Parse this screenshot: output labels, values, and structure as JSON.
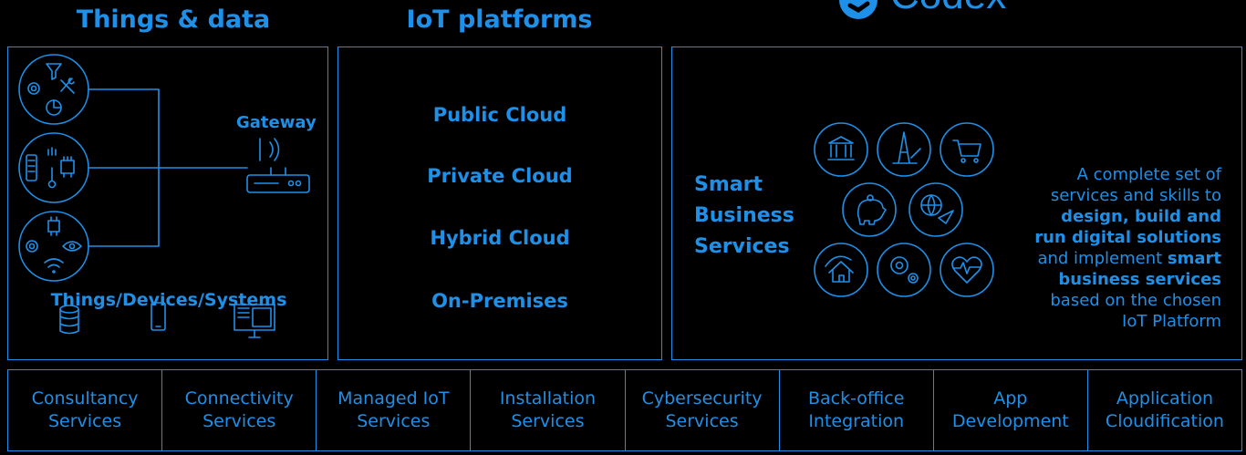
{
  "headers": {
    "things_data": "Things & data",
    "iot_platforms": "IoT platforms"
  },
  "brand": {
    "name": "Codex",
    "icon": "codex-logo-icon"
  },
  "things_panel": {
    "gateway_label": "Gateway",
    "devices_label": "Things/Devices/Systems",
    "icons": [
      "filter-icon",
      "tools-icon",
      "gear-icon",
      "pie-chart-icon",
      "server-icon",
      "thermometer-icon",
      "chip-icon",
      "eye-icon",
      "wifi-icon",
      "router-icon",
      "database-icon",
      "smartphone-icon",
      "monitor-icon"
    ]
  },
  "platforms_panel": {
    "items": [
      "Public Cloud",
      "Private Cloud",
      "Hybrid Cloud",
      "On-Premises"
    ]
  },
  "smart_panel": {
    "title_lines": [
      "Smart",
      "Business",
      "Services"
    ],
    "icons": [
      "bank-icon",
      "oil-rig-icon",
      "shopping-cart-icon",
      "piggy-bank-icon",
      "globe-plane-icon",
      "home-insurance-icon",
      "gears-icon",
      "heart-pulse-icon"
    ],
    "description": {
      "l1": "A complete set of",
      "l2": "services and skills to",
      "l3": "design, build and",
      "l4": "run digital solutions",
      "l5a": "and implement ",
      "l5b": "smart",
      "l6": "business services",
      "l7": "based on the chosen",
      "l8": "IoT Platform"
    }
  },
  "services": [
    {
      "l1": "Consultancy",
      "l2": "Services"
    },
    {
      "l1": "Connectivity",
      "l2": "Services"
    },
    {
      "l1": "Managed IoT",
      "l2": "Services"
    },
    {
      "l1": "Installation",
      "l2": "Services"
    },
    {
      "l1": "Cybersecurity",
      "l2": "Services"
    },
    {
      "l1": "Back-office",
      "l2": "Integration"
    },
    {
      "l1": "App",
      "l2": "Development"
    },
    {
      "l1": "Application",
      "l2": "Cloudification"
    }
  ],
  "colors": {
    "accent": "#1e90e8",
    "background": "#000000"
  }
}
